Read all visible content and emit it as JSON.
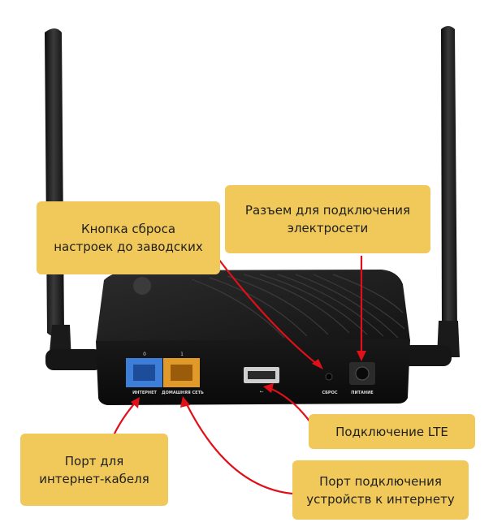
{
  "callouts": {
    "reset": "Кнопка сброса\nнастроек до заводских",
    "power": "Разъем для подключения\nэлектросети",
    "lte": "Подключение LTE",
    "wan": "Порт для\nинтернет-кабеля",
    "lan": "Порт подключения\nустройств к интернету"
  },
  "port_labels": {
    "wan_number": "0",
    "lan_number": "1",
    "wan": "ИНТЕРНЕТ",
    "lan": "ДОМАШНЯЯ СЕТЬ",
    "reset": "СБРОС",
    "power": "ПИТАНИЕ"
  },
  "colors": {
    "callout_bg": "#f0c95a",
    "arrow": "#e0101a",
    "router_body": "#1c1c1c",
    "wan_port": "#3d7fd8",
    "lan_port": "#e19a2a"
  }
}
